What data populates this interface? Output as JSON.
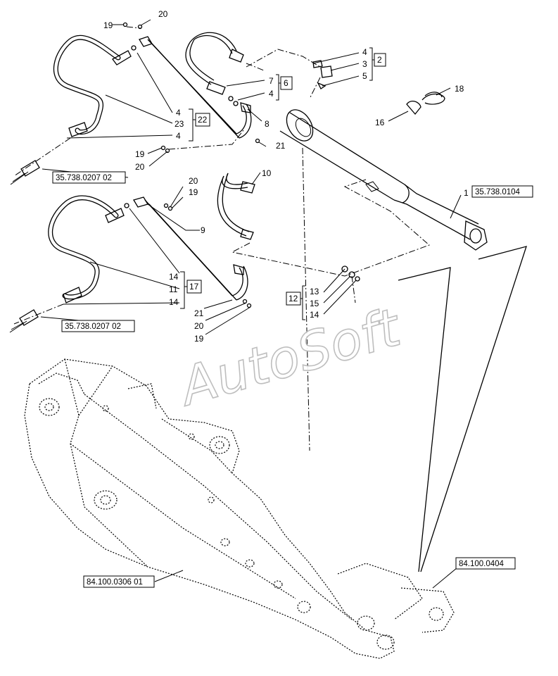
{
  "watermark": "AutoSoft",
  "references": {
    "hose_top": "35.738.0207 02",
    "hose_bottom": "35.738.0207 02",
    "cylinder": "35.738.0104",
    "arm": "84.100.0306 01",
    "bracket": "84.100.0404"
  },
  "callouts": {
    "n1": "1",
    "n2": "2",
    "n3": "3",
    "n4a": "4",
    "n4b": "4",
    "n4c": "4",
    "n4d": "4",
    "n5": "5",
    "n6": "6",
    "n7": "7",
    "n8": "8",
    "n9": "9",
    "n10": "10",
    "n11": "11",
    "n12": "12",
    "n13": "13",
    "n14a": "14",
    "n14b": "14",
    "n14c": "14",
    "n15": "15",
    "n16": "16",
    "n17": "17",
    "n18": "18",
    "n19a": "19",
    "n19b": "19",
    "n19c": "19",
    "n19d": "19",
    "n20a": "20",
    "n20b": "20",
    "n20c": "20",
    "n20d": "20",
    "n21a": "21",
    "n21b": "21",
    "n22": "22",
    "n23": "23"
  }
}
